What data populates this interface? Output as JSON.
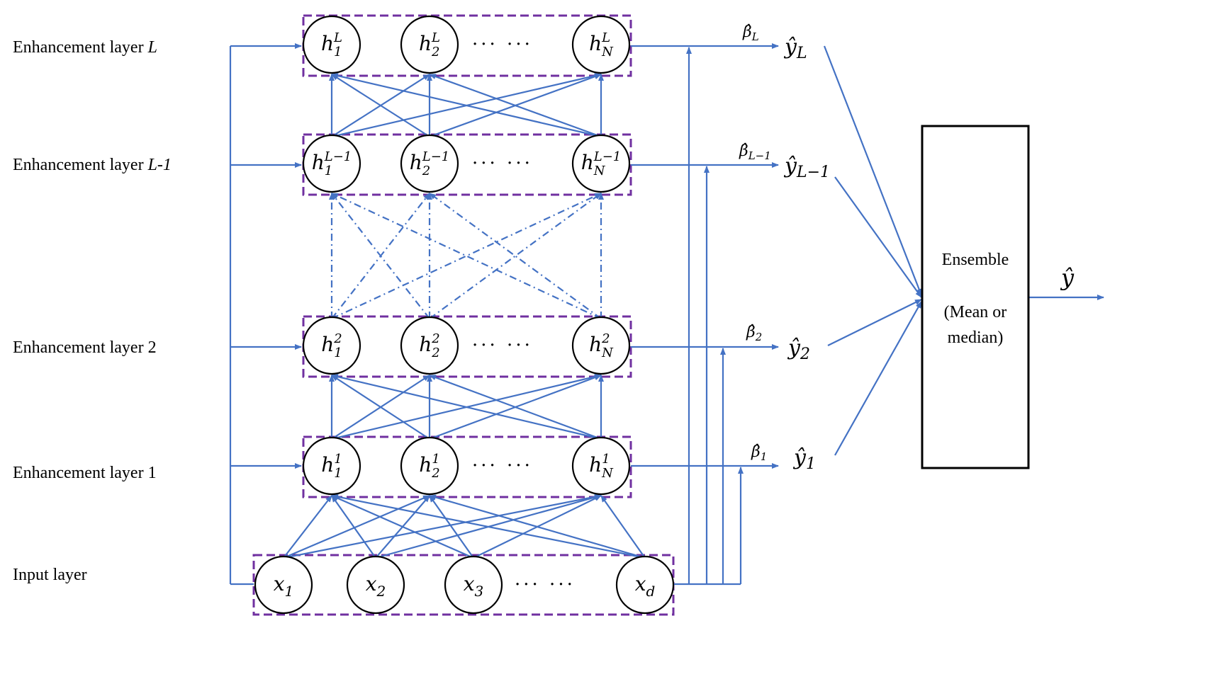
{
  "layers": [
    {
      "key": "L",
      "label_prefix": "Enhancement  layer ",
      "label_var": "L",
      "sup": "L"
    },
    {
      "key": "Lm1",
      "label_prefix": "Enhancement  layer ",
      "label_var": "L-1",
      "sup": "L−1"
    },
    {
      "key": "2",
      "label_prefix": "Enhancement  layer 2",
      "label_var": "",
      "sup": "2"
    },
    {
      "key": "1",
      "label_prefix": "Enhancement  layer 1",
      "label_var": "",
      "sup": "1"
    }
  ],
  "input_layer": {
    "label": "Input layer",
    "nodes": [
      {
        "base": "x",
        "sub": "1"
      },
      {
        "base": "x",
        "sub": "2"
      },
      {
        "base": "x",
        "sub": "3"
      },
      {
        "base": "x",
        "sub": "d"
      }
    ]
  },
  "hidden_node": {
    "base": "h",
    "subs": [
      "1",
      "2",
      "N"
    ]
  },
  "dots": "···  ···",
  "outputs": [
    {
      "beta_sub": "L",
      "y_sub": "L"
    },
    {
      "beta_sub": "L−1",
      "y_sub": "L−1"
    },
    {
      "beta_sub": "2",
      "y_sub": "2"
    },
    {
      "beta_sub": "1",
      "y_sub": "1"
    }
  ],
  "ensemble": {
    "title": "Ensemble",
    "line1": "(Mean or",
    "line2": "median)"
  },
  "final_output": "ŷ",
  "beta_symbol": "β̂",
  "yhat_symbol": "ŷ",
  "colors": {
    "line": "#4472C4",
    "box": "#7030A0",
    "text": "#000000"
  }
}
